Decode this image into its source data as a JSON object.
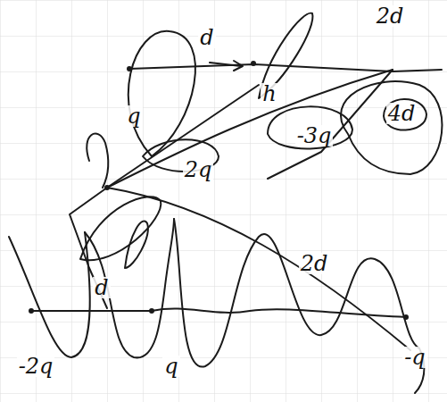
{
  "diagram": {
    "labels": [
      "d",
      "2d",
      "q",
      "h",
      "2q",
      "-3q",
      "4d",
      "d",
      "2d",
      "-2q",
      "q",
      "-q"
    ]
  }
}
